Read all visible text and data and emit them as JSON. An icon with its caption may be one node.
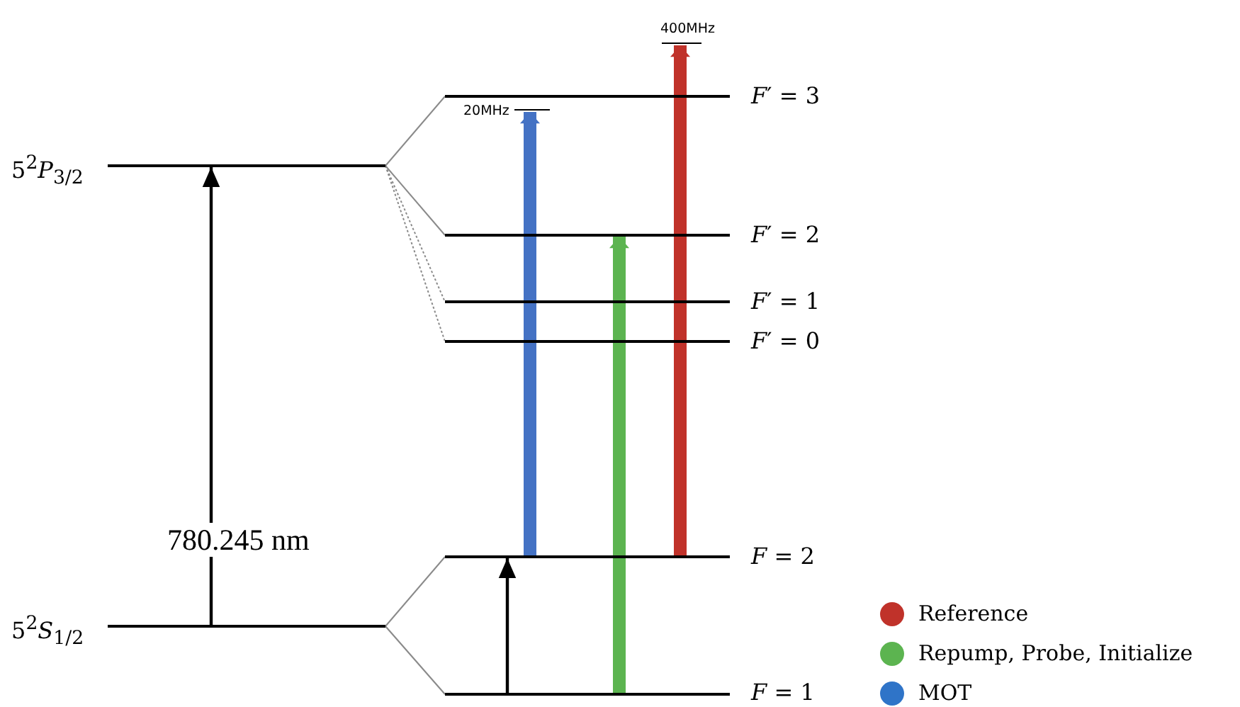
{
  "diagram": {
    "nodes": [
      {
        "text": [],
        "shape": "bar",
        "beside": [
          "5$^{2}$*P*$_{3/2}$"
        ]
      },
      {
        "text": [],
        "shape": "bar",
        "beside": [
          "5$^{2}$*S*$_{1/2}$"
        ]
      },
      {
        "text": [],
        "shape": "bar",
        "beside": [
          "*F*′ = 3"
        ]
      },
      {
        "text": [],
        "shape": "bar",
        "beside": [
          "*F*′ = 2"
        ]
      },
      {
        "text": [],
        "shape": "bar",
        "beside": [
          "*F*′ = 1"
        ]
      },
      {
        "text": [],
        "shape": "bar",
        "beside": [
          "*F*′ = 0"
        ]
      },
      {
        "text": [],
        "shape": "bar",
        "beside": [
          "*F* = 2"
        ]
      },
      {
        "text": [],
        "shape": "bar",
        "beside": [
          "*F* = 1"
        ]
      },
      {
        "text": [],
        "shape": "bar",
        "beside": [
          "20MHz"
        ]
      },
      {
        "text": [],
        "shape": "bar",
        "beside": [
          "400MHz"
        ]
      }
    ],
    "edges": [
      {
        "from": 1,
        "to": 0,
        "arrow": "to",
        "label": "780.245 nm",
        "color": "#000000"
      },
      {
        "from": 0,
        "to": 2,
        "arrow": "none"
      },
      {
        "from": 0,
        "to": 3,
        "arrow": "none"
      },
      {
        "from": 0,
        "to": 4,
        "arrow": "none",
        "style": "dashed"
      },
      {
        "from": 0,
        "to": 5,
        "arrow": "none",
        "style": "dashed"
      },
      {
        "from": 1,
        "to": 6,
        "arrow": "none"
      },
      {
        "from": 1,
        "to": 7,
        "arrow": "none"
      },
      {
        "from": 7,
        "to": 6,
        "arrow": "to",
        "color": "#000000"
      },
      {
        "from": 6,
        "to": 8,
        "arrow": "to",
        "style": "thick",
        "color": "#4472c4"
      },
      {
        "from": 7,
        "to": 3,
        "arrow": "to",
        "style": "thick",
        "color": "#5cb450"
      },
      {
        "from": 6,
        "to": 9,
        "arrow": "to",
        "style": "thick",
        "color": "#c0322a"
      }
    ],
    "legend": [
      {
        "text": "Reference",
        "color": "#c0322a"
      },
      {
        "text": "Repump, Probe, Initialize",
        "color": "#5cb450"
      },
      {
        "text": "MOT",
        "color": "#2f74c8"
      }
    ]
  }
}
